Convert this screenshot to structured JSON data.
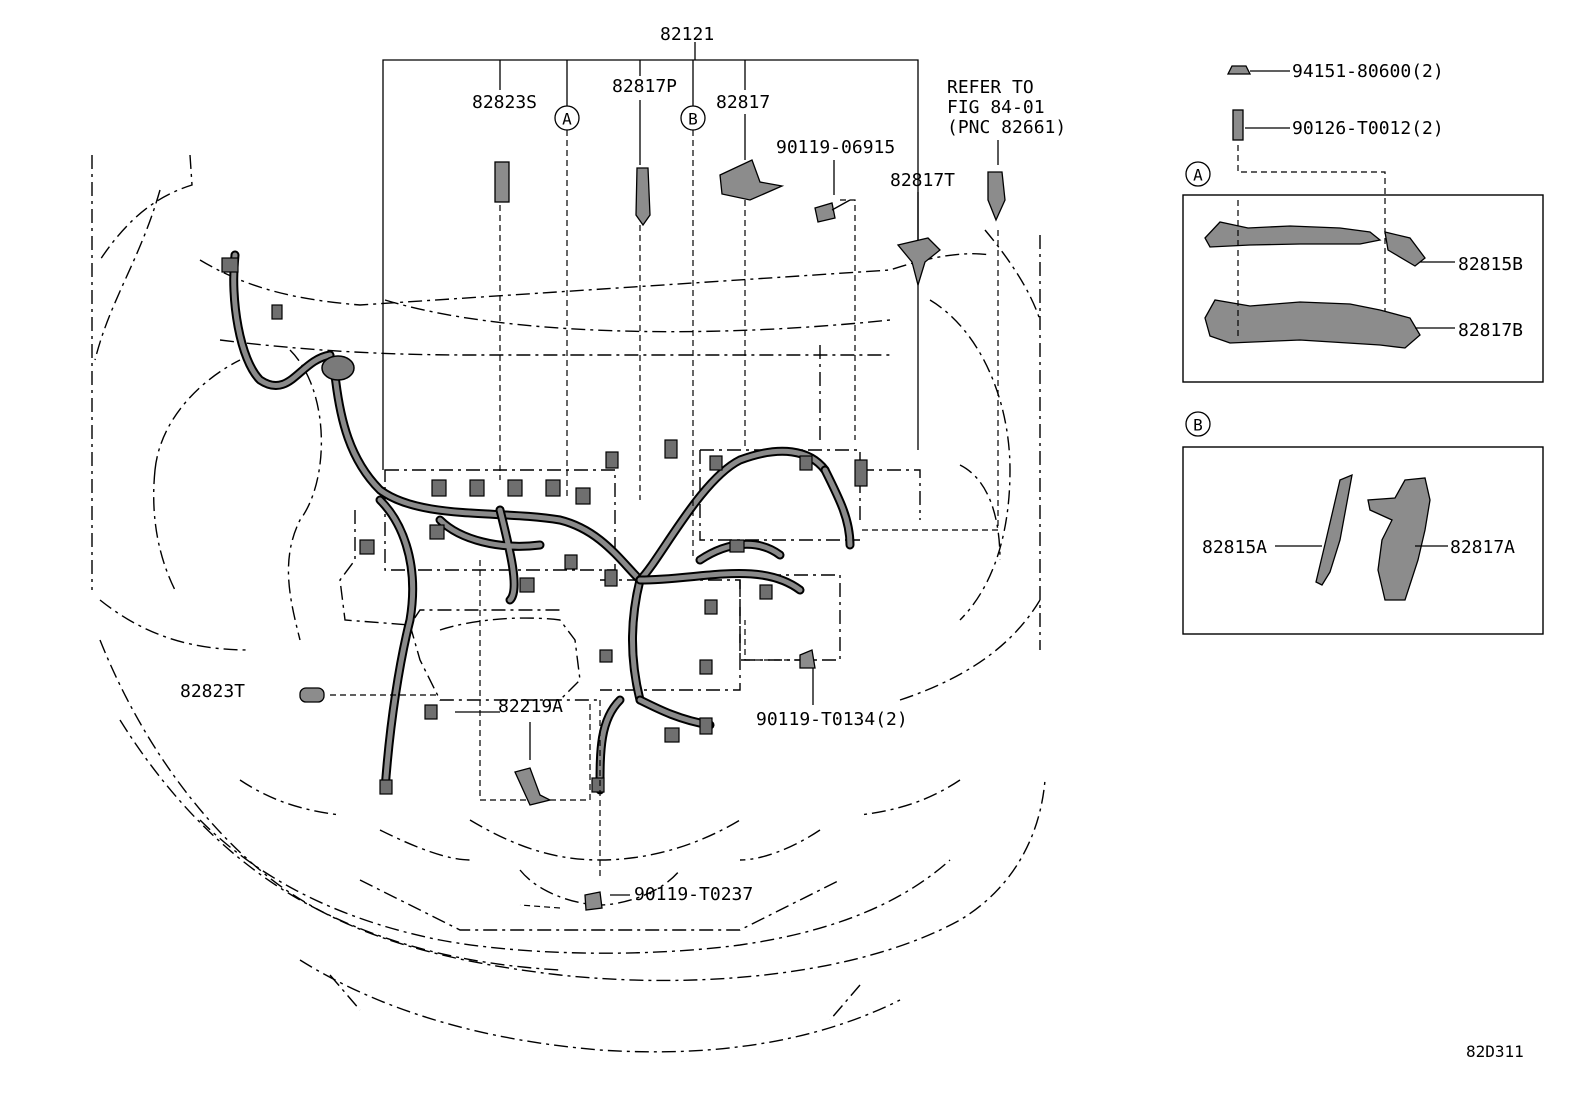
{
  "main_part": "82121",
  "parts": {
    "p82823S": "82823S",
    "p82817P": "82817P",
    "p82817": "82817",
    "p90119_06915": "90119-06915",
    "p82817T": "82817T",
    "p82823T": "82823T",
    "p82219A": "82219A",
    "p90119_T0134": "90119-T0134(2)",
    "p90119_T0237": "90119-T0237"
  },
  "refer_note": {
    "line1": "REFER TO",
    "line2": "FIG 84-01",
    "line3": "(PNC 82661)"
  },
  "detail_a": {
    "marker": "A",
    "nut": "94151-80600(2)",
    "stud": "90126-T0012(2)",
    "upper_part": "82815B",
    "lower_part": "82817B"
  },
  "detail_b": {
    "marker": "B",
    "left_part": "82815A",
    "right_part": "82817A"
  },
  "callouts": {
    "a": "A",
    "b": "B"
  },
  "figure_code": "82D311"
}
